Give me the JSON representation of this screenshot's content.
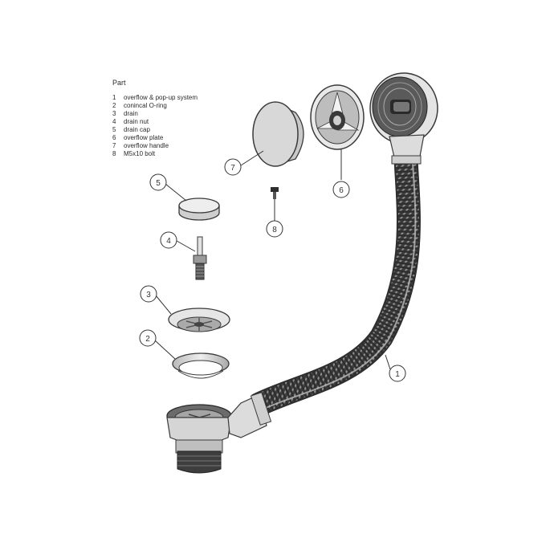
{
  "legend": {
    "title": "Part",
    "items": [
      {
        "num": "1",
        "label": "overflow & pop-up system"
      },
      {
        "num": "2",
        "label": "conincal O-ring"
      },
      {
        "num": "3",
        "label": "drain"
      },
      {
        "num": "4",
        "label": "drain nut"
      },
      {
        "num": "5",
        "label": "drain cap"
      },
      {
        "num": "6",
        "label": "overflow plate"
      },
      {
        "num": "7",
        "label": "overflow handle"
      },
      {
        "num": "8",
        "label": "M5x10 bolt"
      }
    ]
  },
  "callouts": [
    "1",
    "2",
    "3",
    "4",
    "5",
    "6",
    "7",
    "8"
  ],
  "colors": {
    "stroke": "#3a3a3a",
    "part_fill": "#d9d9d9",
    "hose_dark": "#3b3b3b",
    "hose_light": "#9a9a9a"
  }
}
